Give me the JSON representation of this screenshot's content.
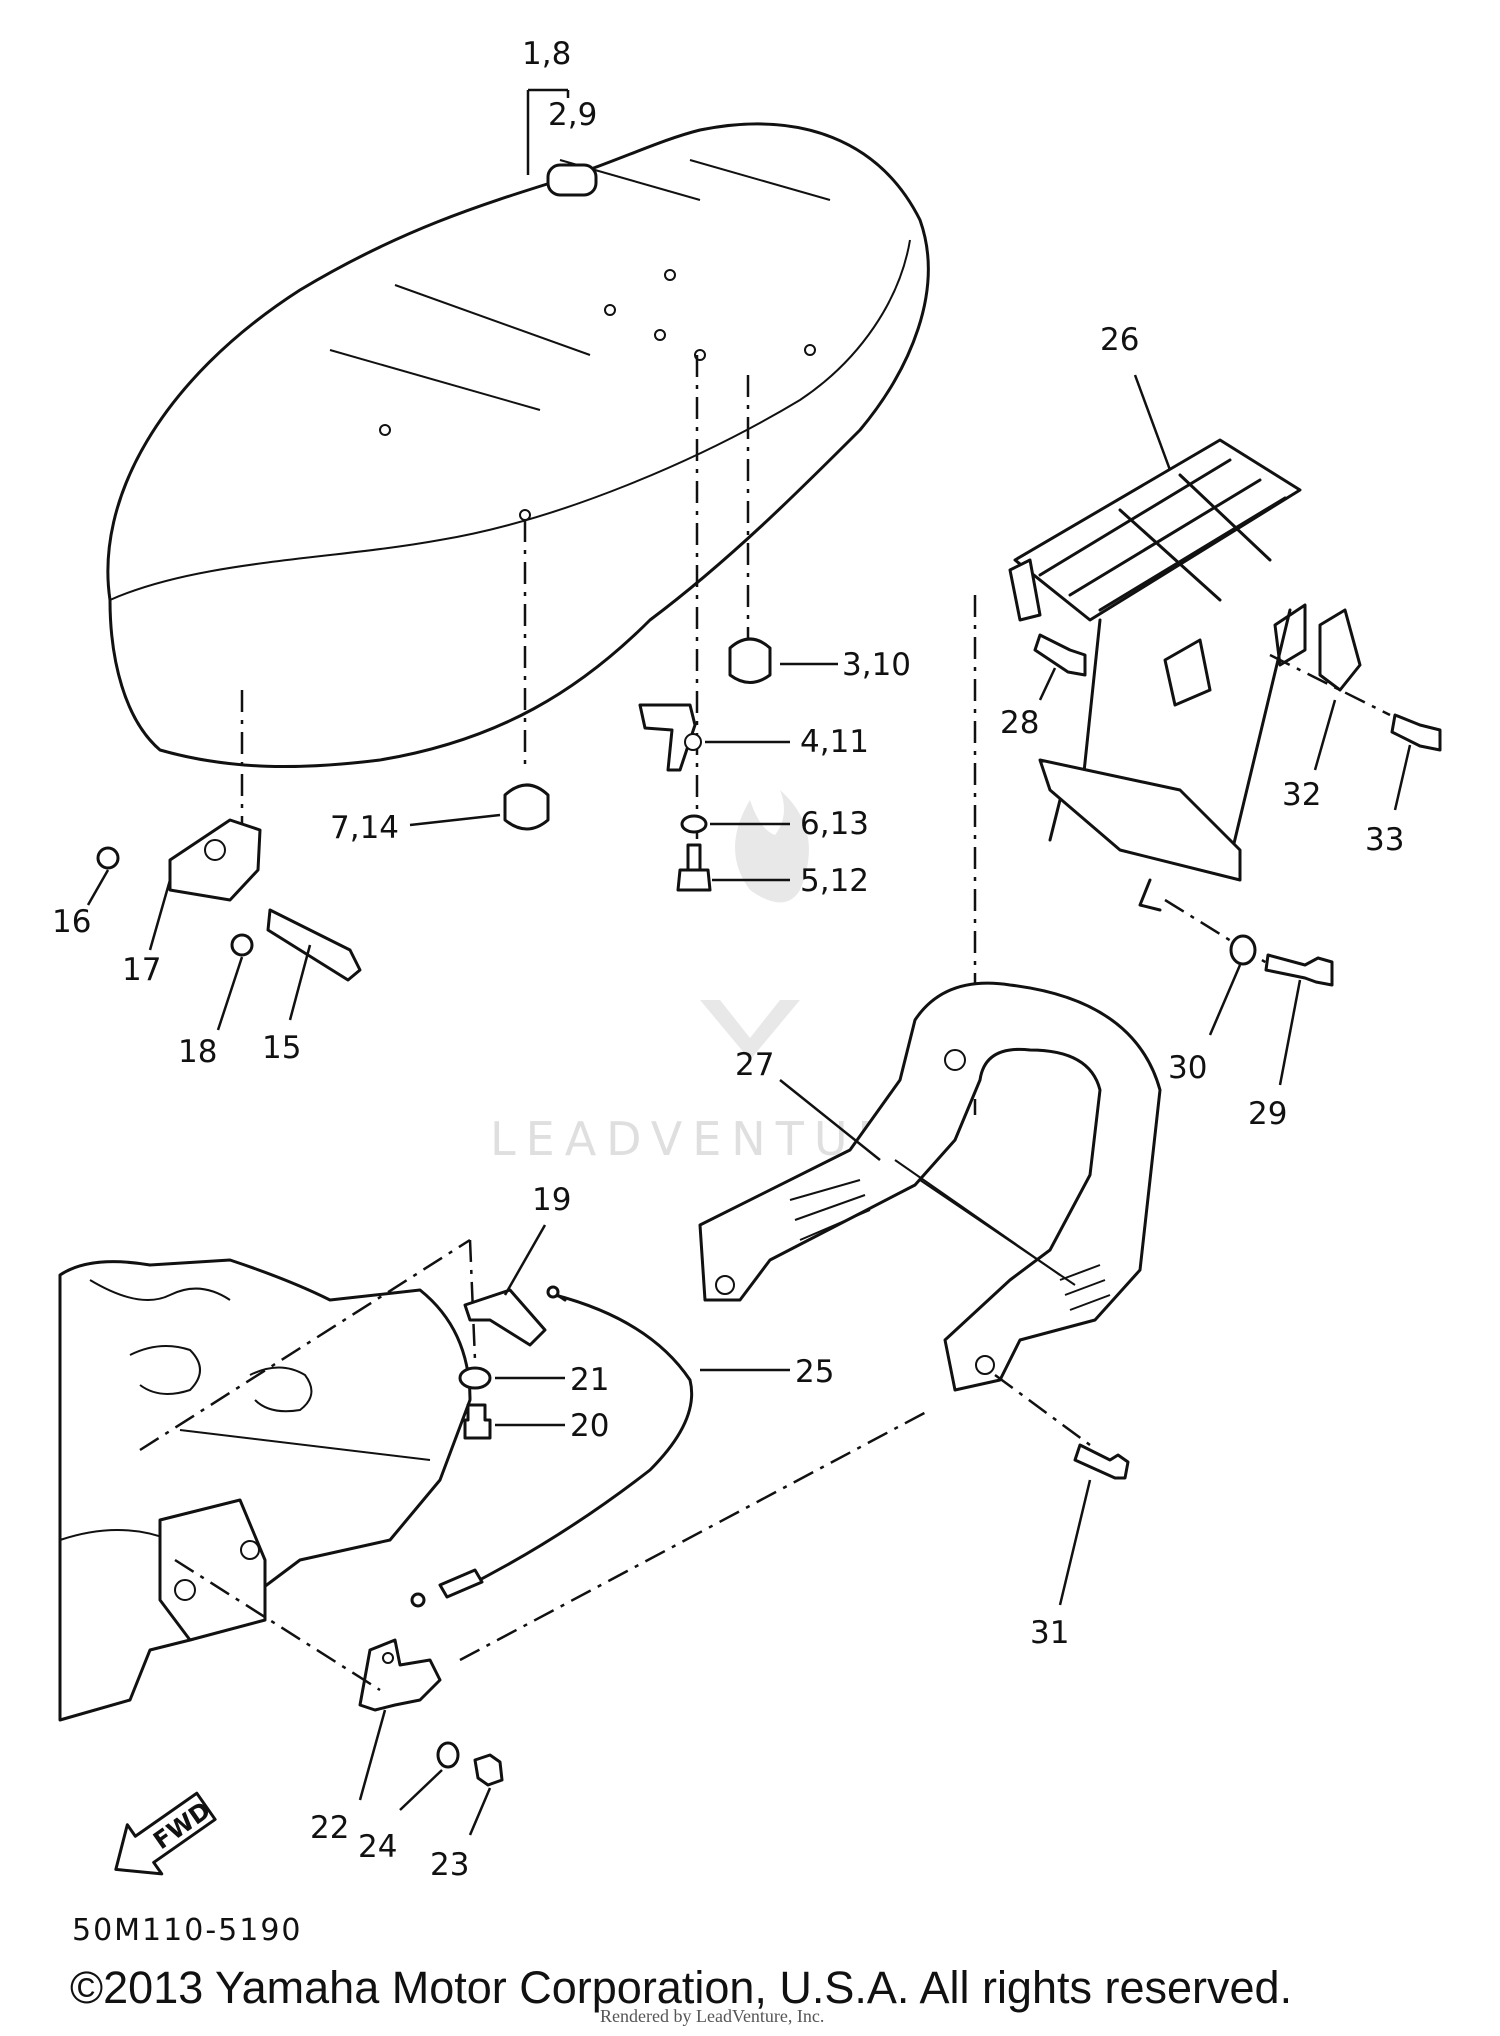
{
  "callouts": {
    "c1_8": "1,8",
    "c2_9": "2,9",
    "c3_10": "3,10",
    "c4_11": "4,11",
    "c6_13": "6,13",
    "c5_12": "5,12",
    "c7_14": "7,14",
    "c16": "16",
    "c17": "17",
    "c18": "18",
    "c15": "15",
    "c26": "26",
    "c28": "28",
    "c32": "32",
    "c33": "33",
    "c30": "30",
    "c29": "29",
    "c27": "27",
    "c19": "19",
    "c21": "21",
    "c20": "20",
    "c25": "25",
    "c31": "31",
    "c22": "22",
    "c24": "24",
    "c23": "23"
  },
  "fwd_label": "FWD",
  "diagram_code": "50M110-5190",
  "watermark": "LEADVENTURE",
  "copyright": "©2013 Yamaha Motor Corporation, U.S.A. All rights reserved.",
  "rendered_by": "Rendered by LeadVenture, Inc."
}
